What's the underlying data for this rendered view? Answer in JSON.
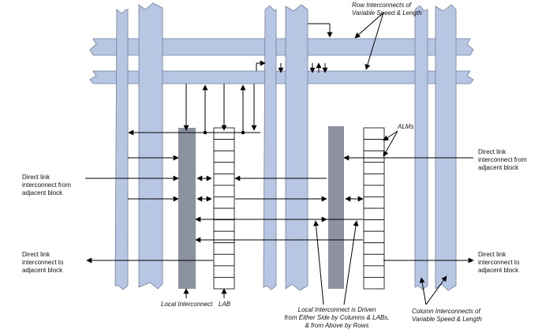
{
  "colors": {
    "interconnect_fill": "#b7c6e2",
    "interconnect_stroke": "#6f7f9e",
    "line": "#000000",
    "local_interconnect": "#1a2540",
    "alm_border": "#000000"
  },
  "labels": {
    "row_interconnects_line1": "Row Interconnects of",
    "row_interconnects_line2": "Variable Speed & Length",
    "alms": "ALMs",
    "direct_link_from_left_line1": "Direct link",
    "direct_link_from_left_line2": "interconnect from",
    "direct_link_from_left_line3": "adjacent block",
    "direct_link_to_left_line1": "Direct link",
    "direct_link_to_left_line2": "interconnect to",
    "direct_link_to_left_line3": "adjacent block",
    "direct_link_from_right_line1": "Direct link",
    "direct_link_from_right_line2": "interconnect from",
    "direct_link_from_right_line3": "adjacent block",
    "direct_link_to_right_line1": "Direct link",
    "direct_link_to_right_line2": "interconnect to",
    "direct_link_to_right_line3": "adjacent block",
    "local_interconnect": "Local Interconnect",
    "lab": "LAB",
    "local_driven_line1": "Local Interconnect is Driven",
    "local_driven_line2": "from Either Side by Columns & LABs,",
    "local_driven_line3": "& from Above by Rows",
    "column_interconnects_line1": "Column Interconnects of",
    "column_interconnects_line2": "Variable Speed & Length"
  }
}
